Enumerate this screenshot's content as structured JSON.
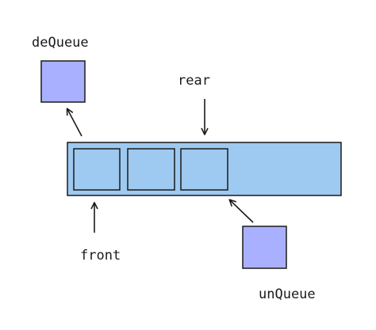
{
  "labels": {
    "dequeue": "deQueue",
    "rear": "rear",
    "front": "front",
    "enqueue": "unQueue"
  },
  "colors": {
    "queue_fill": "#9ec9f0",
    "slot_fill": "#9ec9f0",
    "outline": "#1a1a1a",
    "element_fill": "#a9b0ff",
    "background": "#ffffff"
  },
  "queue": {
    "slot_count": 3
  }
}
